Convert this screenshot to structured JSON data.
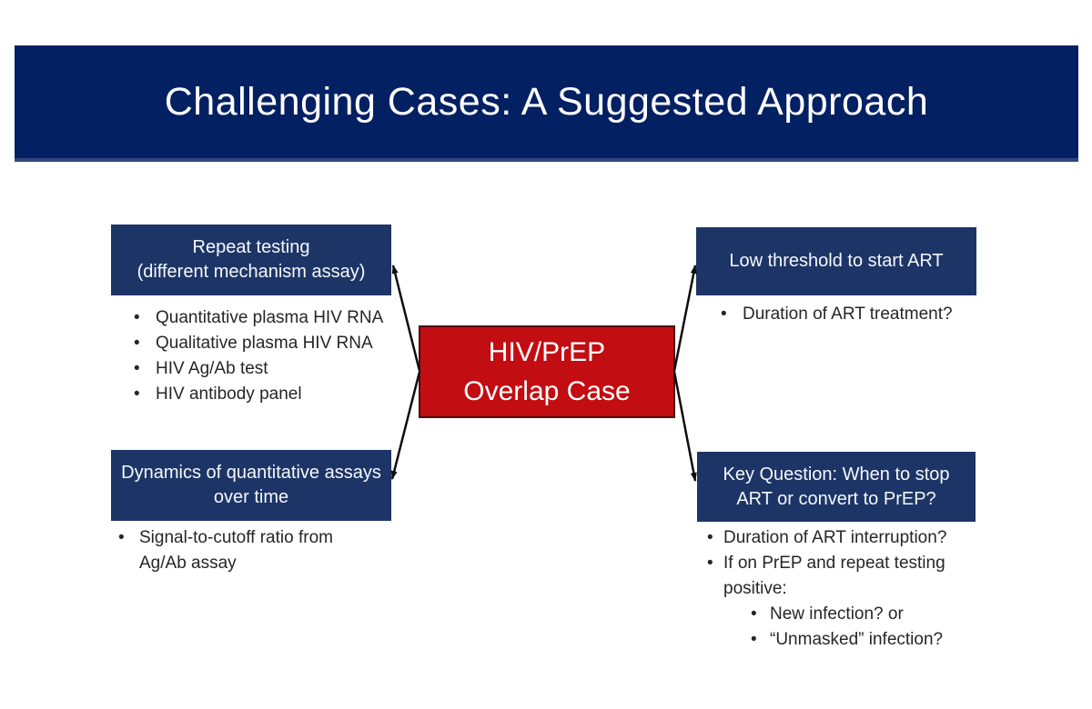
{
  "slide": {
    "title": "Challenging Cases: A Suggested Approach"
  },
  "center": {
    "label": "HIV/PrEP\nOverlap Case"
  },
  "quadrants": {
    "top_left": {
      "header": "Repeat testing\n(different mechanism assay)",
      "bullets": [
        {
          "level": 1,
          "text": "Quantitative plasma HIV RNA"
        },
        {
          "level": 1,
          "text": "Qualitative plasma HIV RNA"
        },
        {
          "level": 1,
          "text": "HIV Ag/Ab test"
        },
        {
          "level": 1,
          "text": "HIV antibody panel"
        }
      ]
    },
    "top_right": {
      "header": "Low threshold to start ART",
      "bullets": [
        {
          "level": 1,
          "text": "Duration of ART treatment?"
        }
      ]
    },
    "bottom_left": {
      "header": "Dynamics of quantitative assays\nover time",
      "bullets": [
        {
          "level": 1,
          "text": "Signal-to-cutoff ratio from\nAg/Ab assay"
        }
      ]
    },
    "bottom_right": {
      "header": "Key Question: When to stop\nART or convert to PrEP?",
      "bullets": [
        {
          "level": 1,
          "text": "Duration of ART interruption?"
        },
        {
          "level": 1,
          "text": "If on PrEP and repeat testing positive:"
        },
        {
          "level": 2,
          "text": "New infection? or"
        },
        {
          "level": 2,
          "text": "“Unmasked” infection?"
        }
      ]
    }
  },
  "colors": {
    "title_bar": "#032063",
    "title_bevel": "#31477D",
    "box_navy": "#1D3566",
    "center_red": "#C20D12",
    "center_red_border": "#4D0F10",
    "arrow": "#0D0D0D",
    "bullet_text": "#262626"
  }
}
